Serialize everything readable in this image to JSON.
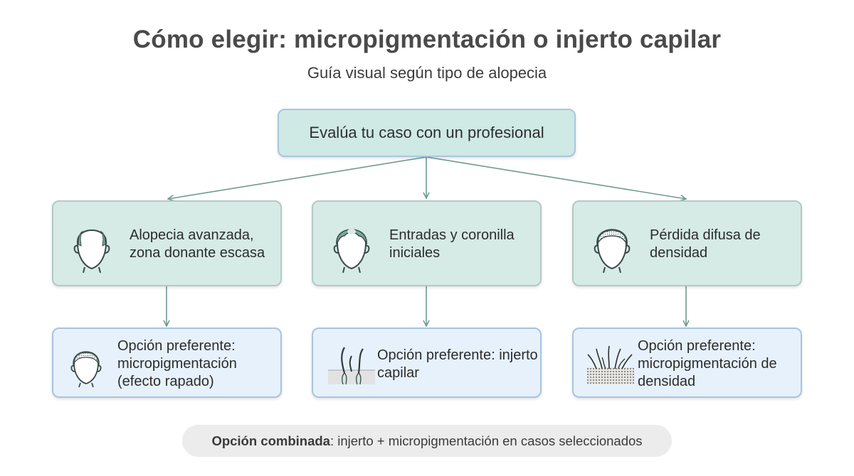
{
  "header": {
    "title": "Cómo elegir: micropigmentación o injerto capilar",
    "subtitle": "Guía visual según tipo de alopecia"
  },
  "root": {
    "label": "Evalúa tu caso con un profesional"
  },
  "conditions": [
    {
      "label": "Alopecia avanzada, zona donante escasa",
      "icon": "bald-head-icon"
    },
    {
      "label": "Entradas y coronilla iniciales",
      "icon": "receding-hairline-head-icon"
    },
    {
      "label": "Pérdida difusa de densidad",
      "icon": "diffuse-thinning-head-icon"
    }
  ],
  "recommendations": [
    {
      "label": "Opción preferente: micropigmentación (efecto rapado)",
      "icon": "shaved-head-icon"
    },
    {
      "label": "Opción preferente: injerto capilar",
      "icon": "hair-follicle-icon"
    },
    {
      "label": "Opción preferente: micropigmentación de densidad",
      "icon": "scalp-dots-icon"
    }
  ],
  "footer": {
    "bold": "Opción combinada",
    "text": ": injerto + micropigmentación en casos seleccionados"
  },
  "colors": {
    "root_fill": "#cfe9e4",
    "condition_fill": "#d6ebe5",
    "recommendation_fill": "#e7f1fb",
    "arrow": "#6f9a92",
    "footer_fill": "#ececec"
  }
}
